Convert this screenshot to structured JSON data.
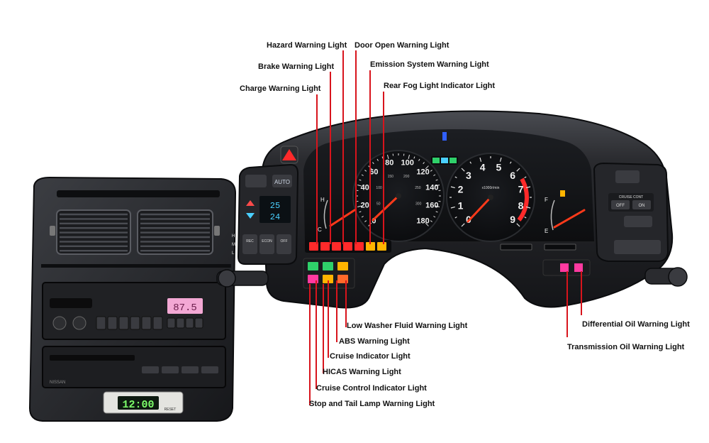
{
  "callouts": {
    "hazard": "Hazard Warning Light",
    "brake": "Brake Warning Light",
    "charge": "Charge Warning Light",
    "door_open": "Door Open Warning Light",
    "emission": "Emission System Warning Light",
    "rear_fog": "Rear Fog Light Indicator Light",
    "low_washer": "Low Washer Fluid Warning Light",
    "abs": "ABS Warning Light",
    "cruise_indicator": "Cruise Indicator Light",
    "hicas": "HICAS Warning Light",
    "cruise_control": "Cruise Control Indicator Light",
    "stop_tail": "Stop and Tail Lamp Warning Light",
    "differential_oil": "Differential Oil Warning Light",
    "transmission_oil": "Transmission Oil Warning Light"
  },
  "dash": {
    "auto_label": "AUTO",
    "temp_set": "25",
    "temp_out": "24",
    "cruise_cont": "CRUISE CONT",
    "off": "OFF",
    "on": "ON",
    "fan_labels": [
      "H",
      "M",
      "L"
    ],
    "climate_buttons": [
      "REC",
      "ECON",
      "OFF"
    ],
    "fuel_f": "F",
    "fuel_e": "E",
    "temp_h": "H",
    "temp_c": "C"
  },
  "speedometer": {
    "ticks": [
      "20",
      "40",
      "60",
      "80",
      "100",
      "120",
      "140",
      "160",
      "180"
    ],
    "inner_ticks": [
      "50",
      "100",
      "150",
      "200",
      "250",
      "300"
    ],
    "zero": "0"
  },
  "tachometer": {
    "ticks": [
      "0",
      "1",
      "2",
      "3",
      "4",
      "5",
      "6",
      "7",
      "8",
      "9"
    ],
    "unit": "x1000r/min"
  },
  "radio": {
    "frequency": "87.5",
    "brand": "NISSAN"
  },
  "clock": {
    "time": "12:00",
    "reset": "RESET"
  },
  "colors": {
    "leader": "#d8141c",
    "dash_dark": "#1e1f22",
    "warning_red": "#ff2a2a",
    "warning_amber": "#ffb400",
    "warning_green": "#2fd06a",
    "warning_pink": "#ff3aa0",
    "needle": "#ff3a1a",
    "lcd_blue": "#4ad0ff",
    "lcd_green": "#7dff6a",
    "lcd_pink": "#f3a8d4"
  }
}
